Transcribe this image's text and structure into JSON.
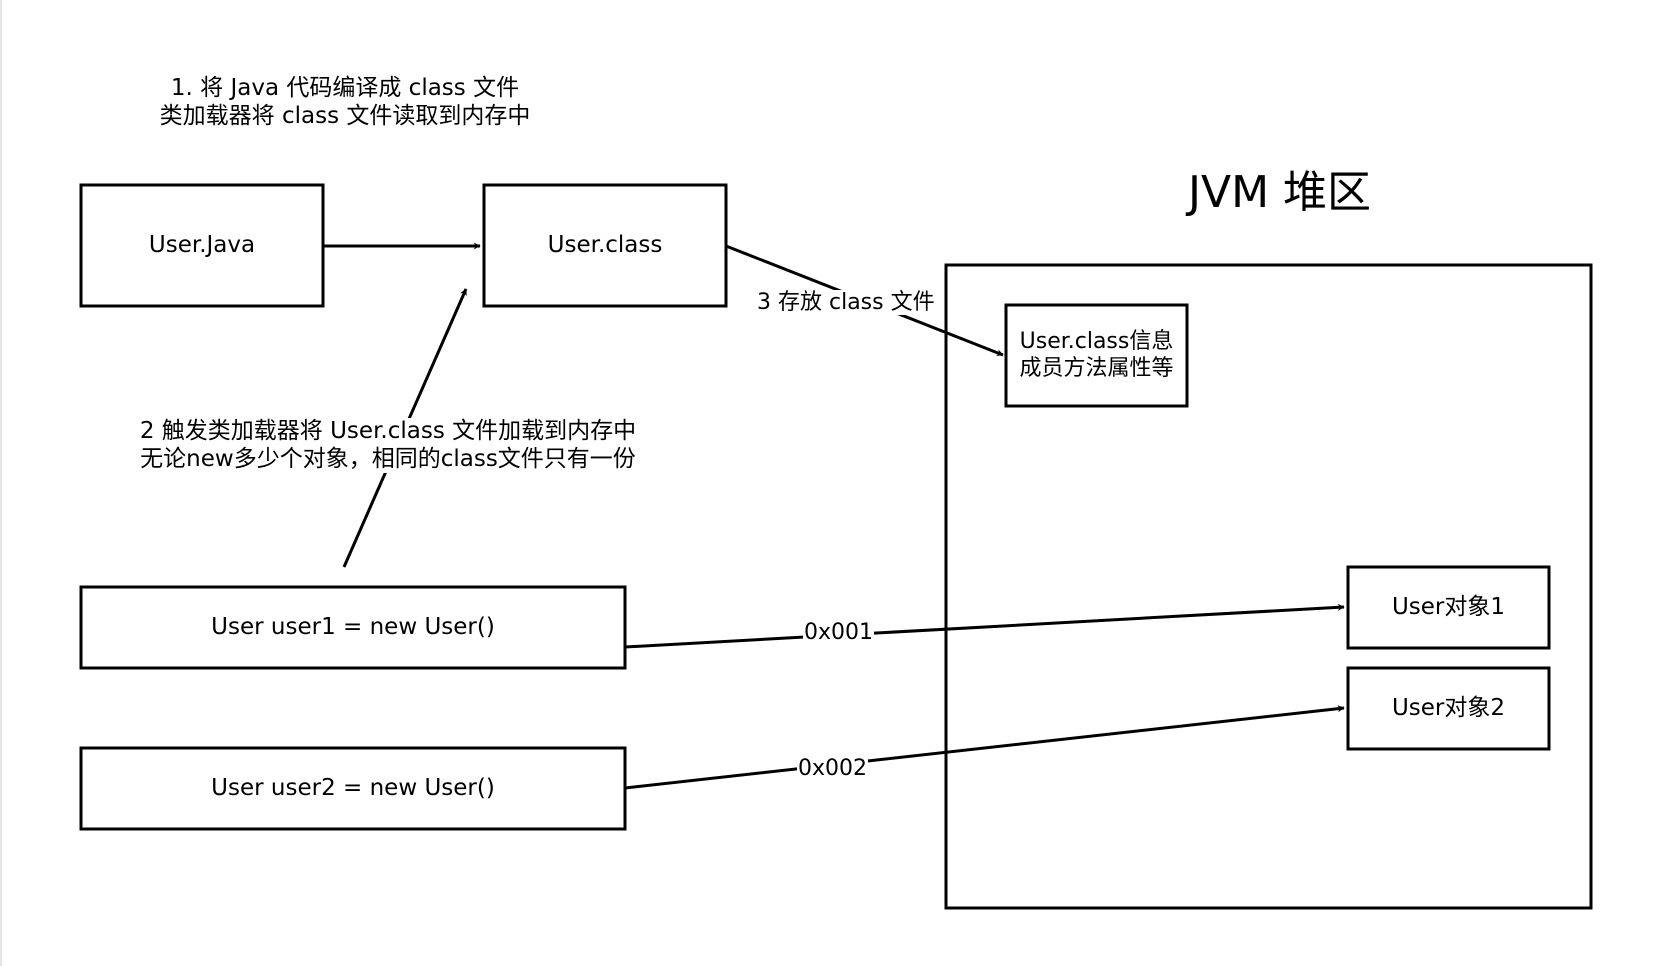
{
  "heap_title": "JVM 堆区",
  "nodes": {
    "user_java": "User.Java",
    "user_class": "User.class",
    "class_info": [
      "User.class信息",
      "成员方法属性等"
    ],
    "user1_decl": "User user1 = new User()",
    "user2_decl": "User user2 = new User()",
    "object1": "User对象1",
    "object2": "User对象2"
  },
  "annotations": {
    "step1": [
      "1. 将 Java 代码编译成 class 文件",
      "类加载器将 class 文件读取到内存中"
    ],
    "step2": [
      "2 触发类加载器将 User.class 文件加载到内存中",
      "无论new多少个对象，相同的class文件只有一份"
    ],
    "step3": "3 存放 class 文件"
  },
  "edges": {
    "ref1": "0x001",
    "ref2": "0x002"
  },
  "colors": {
    "stroke": "#000000",
    "background": "#ffffff"
  }
}
